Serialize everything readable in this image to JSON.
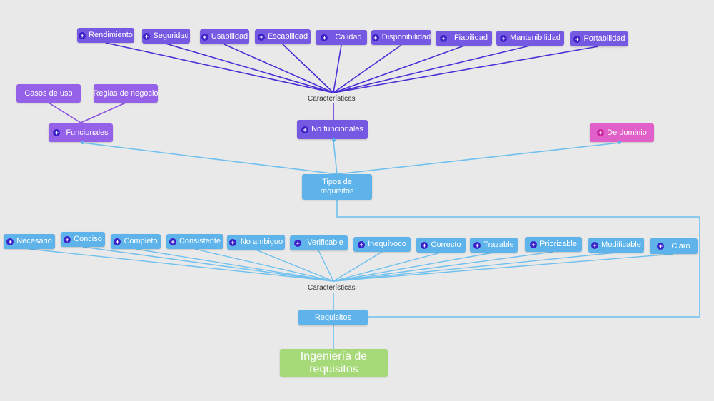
{
  "root": {
    "label": "Ingeniería de requisitos"
  },
  "requisitos": {
    "label": "Requisitos"
  },
  "caracteristicas_bottom": {
    "label": "Características"
  },
  "tipos": {
    "label": "Tipos de requisitos"
  },
  "caracteristicas_top": {
    "label": "Características"
  },
  "funcionales": {
    "label": "Funcionales"
  },
  "no_funcionales": {
    "label": "No funcionales"
  },
  "de_dominio": {
    "label": "De dominio"
  },
  "casos_de_uso": {
    "label": "Casos de uso"
  },
  "reglas_de_negocio": {
    "label": "Reglas de negocio"
  },
  "nonfunctional_items": [
    "Rendimiento",
    "Seguridad",
    "Usabilidad",
    "Escabilidad",
    "Calidad",
    "Disponibilidad",
    "Fiabilidad",
    "Mantenibilidad",
    "Portabilidad"
  ],
  "requirement_traits": [
    "Necesario",
    "Conciso",
    "Completo",
    "Consistente",
    "No ambiguo",
    "Verificable",
    "Inequívoco",
    "Correcto",
    "Trazable",
    "Priorizable",
    "Modificable",
    "Claro"
  ],
  "colors": {
    "background": "#e9e9ea",
    "violet": "#7559e3",
    "purple": "#9461e8",
    "blue": "#5db3ea",
    "pink": "#e05fc8",
    "green": "#a6da79",
    "violet_line": "#4a2fd6",
    "blue_line": "#6ec0ee"
  }
}
